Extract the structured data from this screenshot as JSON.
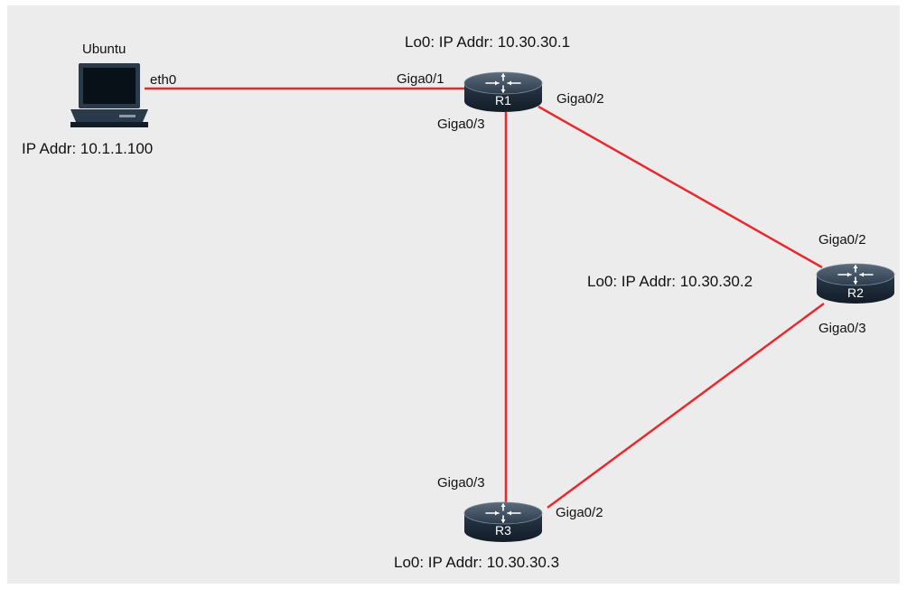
{
  "colors": {
    "background": "#ececec",
    "link": "#e8292e",
    "router_body": "#1d2b3a",
    "label": "#111111"
  },
  "host": {
    "name": "Ubuntu",
    "interface": "eth0",
    "ip": "IP Addr: 10.1.1.100",
    "icon": "laptop-icon"
  },
  "routers": {
    "r1": {
      "name": "R1",
      "loopback": "Lo0: IP Addr: 10.30.30.1",
      "ports": {
        "to_host": "Giga0/1",
        "to_r2": "Giga0/2",
        "to_r3": "Giga0/3"
      },
      "icon": "router-icon"
    },
    "r2": {
      "name": "R2",
      "loopback": "Lo0: IP Addr: 10.30.30.2",
      "ports": {
        "to_r1": "Giga0/2",
        "to_r3": "Giga0/3"
      },
      "icon": "router-icon"
    },
    "r3": {
      "name": "R3",
      "loopback": "Lo0: IP Addr: 10.30.30.3",
      "ports": {
        "to_r1": "Giga0/3",
        "to_r2": "Giga0/2"
      },
      "icon": "router-icon"
    }
  },
  "links": [
    {
      "from": "Ubuntu",
      "to": "R1"
    },
    {
      "from": "R1",
      "to": "R2"
    },
    {
      "from": "R1",
      "to": "R3"
    },
    {
      "from": "R2",
      "to": "R3"
    }
  ]
}
